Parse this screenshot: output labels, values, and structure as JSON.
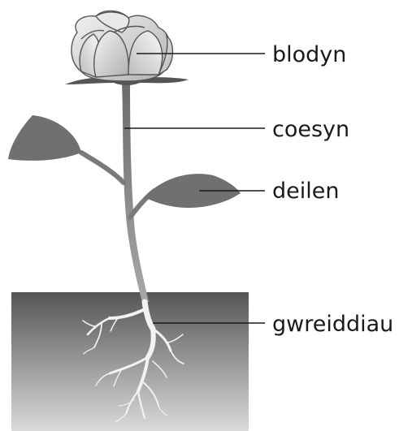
{
  "labels": {
    "flower": "blodyn",
    "stem": "coesyn",
    "leaf": "deilen",
    "roots": "gwreiddiau"
  },
  "colors": {
    "soil_top": "#555555",
    "soil_bottom": "#dadada",
    "stem": "#7a7a7a",
    "leaf": "#707070",
    "petal_light": "#f4f4f4",
    "petal_shade": "#b0b0b0",
    "sepal": "#555555",
    "root": "#f2f2f2",
    "line": "#1a1a1a"
  }
}
